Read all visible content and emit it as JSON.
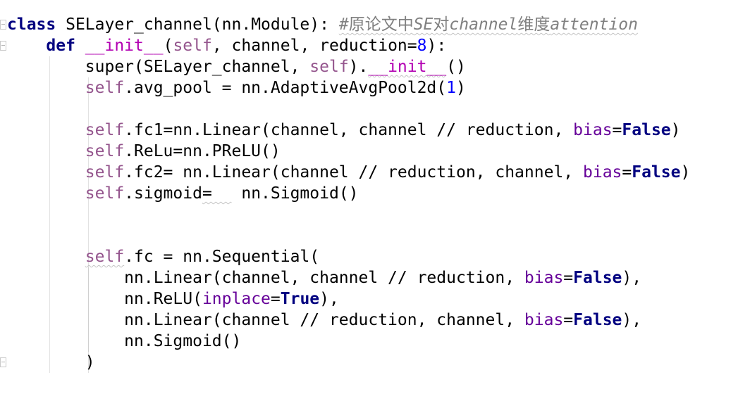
{
  "code": {
    "line1": {
      "kw": "class",
      "name": " SELayer_channel(nn.Module): ",
      "comment_hash": "#",
      "comment_cjk1": "原论文中",
      "comment_se": "SE",
      "comment_cjk2": "对",
      "comment_channel": "channel",
      "comment_cjk3": "维度",
      "comment_attention": "attention"
    },
    "line2": {
      "indent": "    ",
      "kw": "def",
      "sp": " ",
      "magic": "__init__",
      "open": "(",
      "self": "self",
      "rest": ", channel, reduction=",
      "num": "8",
      "close": "):"
    },
    "line3": {
      "indent": "        ",
      "super": "super(SELayer_channel, ",
      "self": "self",
      "dot": ").",
      "magic": "__init__",
      "close": "()"
    },
    "line4": {
      "indent": "        ",
      "self": "self",
      "rest": ".avg_pool = nn.AdaptiveAvgPool2d(",
      "num": "1",
      "close": ")"
    },
    "line5": {
      "text": ""
    },
    "line6": {
      "indent": "        ",
      "self": "self",
      "rest": ".fc1=nn.Linear(channel, channel // reduction, ",
      "param": "bias",
      "eq": "=",
      "kw": "False",
      "close": ")"
    },
    "line7": {
      "indent": "        ",
      "self": "self",
      "rest": ".ReLu=nn.PReLU()"
    },
    "line8": {
      "indent": "        ",
      "self": "self",
      "rest": ".fc2= nn.Linear(channel // reduction, channel, ",
      "param": "bias",
      "eq": "=",
      "kw": "False",
      "close": ")"
    },
    "line9": {
      "indent": "        ",
      "self": "self",
      "attr": ".sigmoid",
      "eq_sp": "=  ",
      "rest": " nn.Sigmoid()"
    },
    "line10": {
      "text": ""
    },
    "line11": {
      "text": ""
    },
    "line12": {
      "indent": "        ",
      "self": "self",
      "rest": ".fc = nn.Sequential("
    },
    "line13": {
      "indent": "            ",
      "rest": "nn.Linear(channel, channel // reduction, ",
      "param": "bias",
      "eq": "=",
      "kw": "False",
      "close": "),"
    },
    "line14": {
      "indent": "            ",
      "rest": "nn.ReLU(",
      "param": "inplace",
      "eq": "=",
      "kw": "True",
      "close": "),"
    },
    "line15": {
      "indent": "            ",
      "rest": "nn.Linear(channel // reduction, channel, ",
      "param": "bias",
      "eq": "=",
      "kw": "False",
      "close": "),"
    },
    "line16": {
      "indent": "            ",
      "rest": "nn.Sigmoid()"
    },
    "line17": {
      "indent": "        ",
      "rest": ")"
    }
  },
  "colors": {
    "keyword": "#000080",
    "self": "#94558d",
    "magic": "#b200b2",
    "number": "#0000ff",
    "param": "#660099",
    "comment": "#808080"
  }
}
